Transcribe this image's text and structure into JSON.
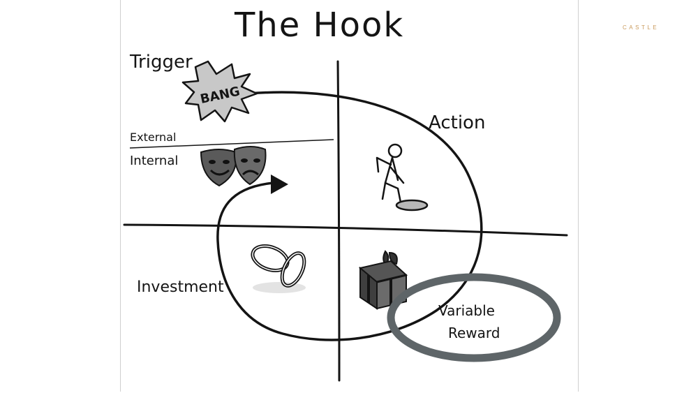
{
  "slide": {
    "title": "The Hook",
    "brand": "CASTLE",
    "quadrants": {
      "trigger": "Trigger",
      "action": "Action",
      "investment": "Investment",
      "reward_line1": "Variable",
      "reward_line2": "Reward"
    },
    "trigger_types": {
      "external": "External",
      "internal": "Internal"
    },
    "bang_text": "BANG"
  },
  "colors": {
    "ink": "#141414",
    "highlight_ring": "#5e6568",
    "brand": "#c99a5c",
    "border": "#cfcfcf"
  }
}
